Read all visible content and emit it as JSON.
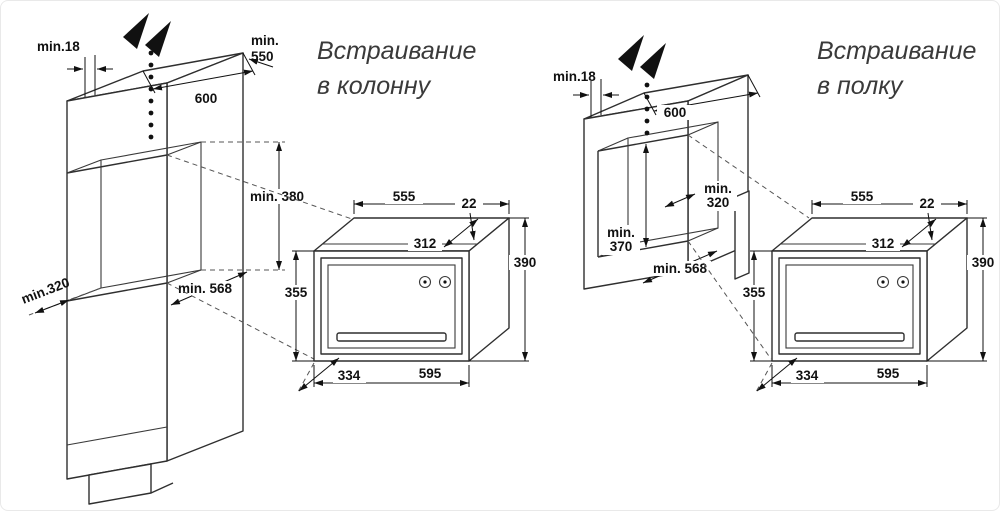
{
  "left_diagram": {
    "title_line1": "Встраивание",
    "title_line2": "в колонну",
    "dim_min18": "min.18",
    "dim_min550_line1": "min.",
    "dim_min550_line2": "550",
    "dim_600": "600",
    "dim_min380": "min. 380",
    "dim_min320": "min.320",
    "dim_min568": "min. 568"
  },
  "right_diagram": {
    "title_line1": "Встраивание",
    "title_line2": "в полку",
    "dim_min18": "min.18",
    "dim_600": "600",
    "dim_min320_line1": "min.",
    "dim_min320_line2": "320",
    "dim_min370_line1": "min.",
    "dim_min370_line2": "370",
    "dim_min568": "min. 568"
  },
  "oven_dims": {
    "width_top": "555",
    "front_overhang": "22",
    "depth_top": "312",
    "height_overall": "390",
    "height_front": "355",
    "depth_overall": "334",
    "width_overall": "595"
  }
}
